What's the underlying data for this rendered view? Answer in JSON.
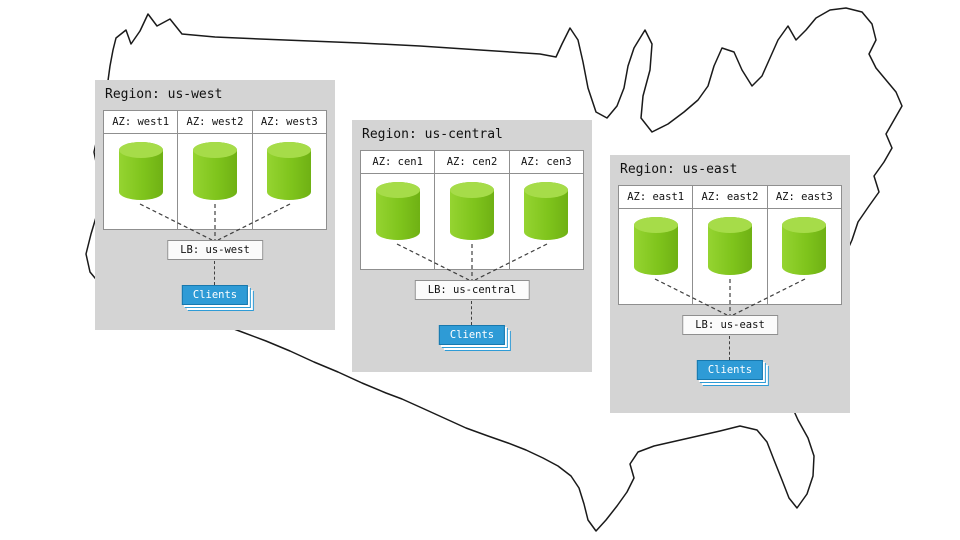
{
  "diagram": {
    "regions": [
      {
        "title": "Region: us-west",
        "azs": [
          "AZ: west1",
          "AZ: west2",
          "AZ: west3"
        ],
        "lb": "LB: us-west",
        "clients": "Clients"
      },
      {
        "title": "Region: us-central",
        "azs": [
          "AZ: cen1",
          "AZ: cen2",
          "AZ: cen3"
        ],
        "lb": "LB: us-central",
        "clients": "Clients"
      },
      {
        "title": "Region: us-east",
        "azs": [
          "AZ: east1",
          "AZ: east2",
          "AZ: east3"
        ],
        "lb": "LB: us-east",
        "clients": "Clients"
      }
    ]
  },
  "colors": {
    "region_bg": "#d4d4d4",
    "panel_border": "#8f8f8f",
    "cylinder": "#7fc41c",
    "cylinder_top": "#a6dc49",
    "lb_bg": "#fbfbfb",
    "clients_bg": "#2e9bd6",
    "clients_border": "#1878ad",
    "line": "#404040",
    "map_stroke": "#1a1a1a",
    "text": "#111111"
  }
}
